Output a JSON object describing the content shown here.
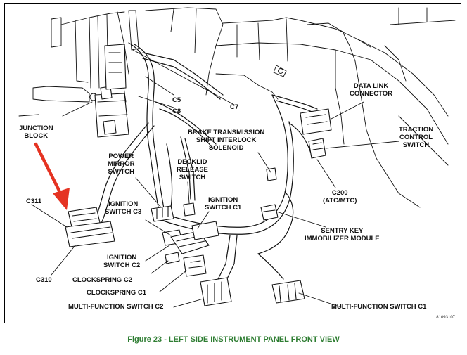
{
  "labels": {
    "junction_block": "JUNCTION\nBLOCK",
    "c5": "C5",
    "c8": "C8",
    "c7": "C7",
    "brake_interlock": "BRAKE TRANSMISSION\nSHIFT INTERLOCK\nSOLENOID",
    "data_link": "DATA LINK\nCONNECTOR",
    "traction_control": "TRACTION\nCONTROL\nSWITCH",
    "power_mirror": "POWER\nMIRROR\nSWITCH",
    "decklid": "DECKLID\nRELEASE\nSWITCH",
    "c311": "C311",
    "ignition_c3": "IGNITION\nSWITCH C3",
    "ignition_c1": "IGNITION\nSWITCH C1",
    "c200": "C200\n(ATC/MTC)",
    "sentry_key": "SENTRY KEY\nIMMOBILIZER MODULE",
    "ignition_c2": "IGNITION\nSWITCH C2",
    "c310": "C310",
    "clockspring_c2": "CLOCKSPRING C2",
    "clockspring_c1": "CLOCKSPRING C1",
    "mfs_c2": "MULTI-FUNCTION SWITCH C2",
    "mfs_c1": "MULTI-FUNCTION SWITCH C1"
  },
  "reference_number": "81093107",
  "caption": "Figure 23 - LEFT SIDE INSTRUMENT PANEL FRONT VIEW",
  "colors": {
    "caption": "#2e7d32",
    "arrow": "#e53322",
    "ink": "#111111"
  }
}
